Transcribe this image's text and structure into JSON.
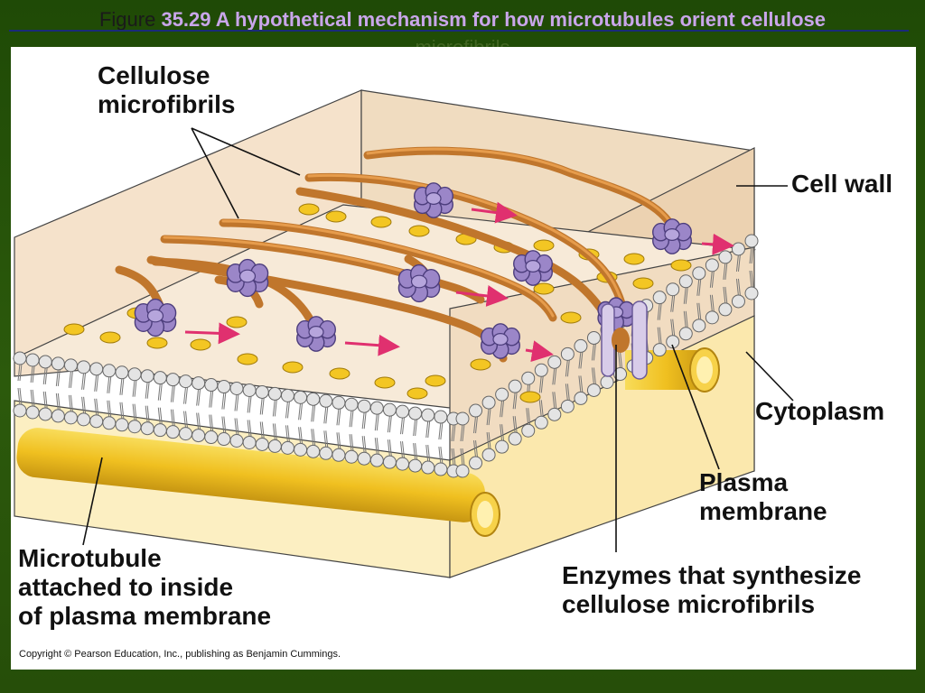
{
  "header": {
    "prefix": "Figure",
    "title": "35.29  A hypothetical mechanism for how microtubules orient cellulose",
    "title_continued": "microfibrils"
  },
  "figure": {
    "labels": {
      "cellulose_microfibrils": [
        "Cellulose",
        "microfibrils"
      ],
      "cell_wall": "Cell wall",
      "cytoplasm": "Cytoplasm",
      "plasma_membrane": [
        "Plasma",
        "membrane"
      ],
      "enzymes": [
        "Enzymes that synthesize",
        "cellulose microfibrils"
      ],
      "microtubule": [
        "Microtubule",
        "attached to inside",
        "of plasma membrane"
      ]
    },
    "copyright": "Copyright © Pearson Education, Inc., publishing as Benjamin Cummings."
  },
  "colors": {
    "background": "#2a560a",
    "title_accent": "#c9a6ea",
    "cell_wall": "#f6e7d2",
    "microfibril": "#d7893a",
    "enzyme": "#9b86c8",
    "microtubule": "#f3c623",
    "arrow": "#e0306f"
  }
}
